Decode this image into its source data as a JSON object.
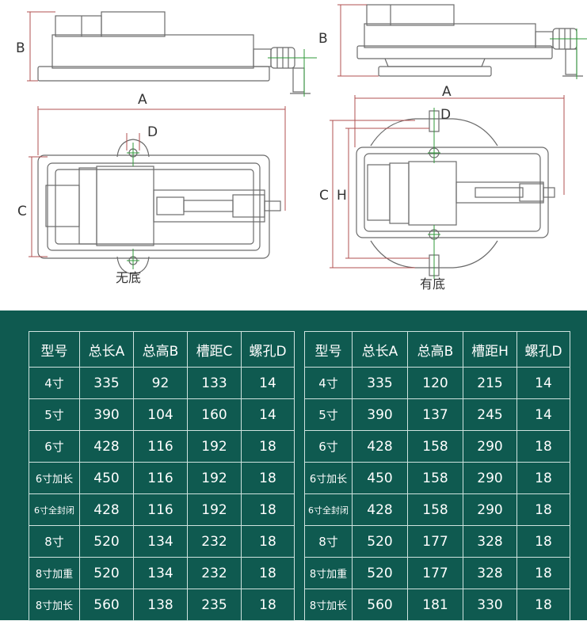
{
  "figure": {
    "view_no_base": {
      "label_b": "B",
      "label_a": "A",
      "label_c": "C",
      "label_d": "D",
      "caption": "无底"
    },
    "view_with_base": {
      "label_b": "B",
      "label_a": "A",
      "label_c": "C",
      "label_h": "H",
      "label_d": "D",
      "caption": "有底"
    },
    "colors": {
      "outline": "#6b6b6b",
      "dimension": "#b05050",
      "centerline": "#2f9a3a",
      "band": "#0f5a50"
    }
  },
  "table_left": {
    "headers": [
      "型号",
      "总长A",
      "总高B",
      "槽距C",
      "螺孔D"
    ],
    "rows": [
      [
        "4寸",
        "335",
        "92",
        "133",
        "14"
      ],
      [
        "5寸",
        "390",
        "104",
        "160",
        "14"
      ],
      [
        "6寸",
        "428",
        "116",
        "192",
        "18"
      ],
      [
        "6寸加长",
        "450",
        "116",
        "192",
        "18"
      ],
      [
        "6寸全封闭",
        "428",
        "116",
        "192",
        "18"
      ],
      [
        "8寸",
        "520",
        "134",
        "232",
        "18"
      ],
      [
        "8寸加重",
        "520",
        "134",
        "232",
        "18"
      ],
      [
        "8寸加长",
        "560",
        "138",
        "235",
        "18"
      ]
    ]
  },
  "table_right": {
    "headers": [
      "型号",
      "总长A",
      "总高B",
      "槽距H",
      "螺孔D"
    ],
    "rows": [
      [
        "4寸",
        "335",
        "120",
        "215",
        "14"
      ],
      [
        "5寸",
        "390",
        "137",
        "245",
        "14"
      ],
      [
        "6寸",
        "428",
        "158",
        "290",
        "18"
      ],
      [
        "6寸加长",
        "450",
        "158",
        "290",
        "18"
      ],
      [
        "6寸全封闭",
        "428",
        "158",
        "290",
        "18"
      ],
      [
        "8寸",
        "520",
        "177",
        "328",
        "18"
      ],
      [
        "8寸加重",
        "520",
        "177",
        "328",
        "18"
      ],
      [
        "8寸加长",
        "560",
        "181",
        "330",
        "18"
      ]
    ]
  }
}
